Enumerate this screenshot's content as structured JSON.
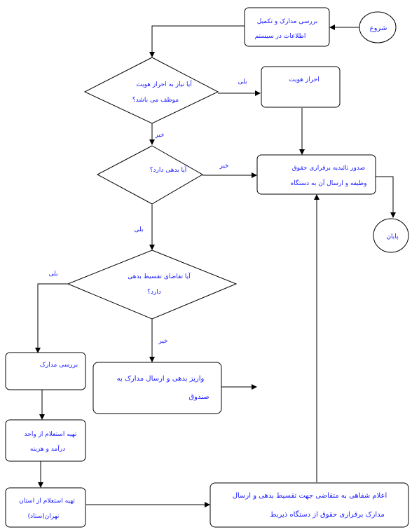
{
  "nodes": {
    "start": "شروع",
    "review_docs": [
      "بررسی مدارک و تکمیل",
      "اطلاعات در سیستم"
    ],
    "auth_question": [
      "آیا نیاز به احراز هویت",
      "موظف می باشد؟"
    ],
    "authenticate": "احراز هویت",
    "debt_question": "آیا بدهی دارد؟",
    "issue_confirmation": [
      "صدور تائیدیه برقراری حقوق",
      "وظیفه و ارسال آن به دستگاه"
    ],
    "end": "پایان",
    "installment_question": [
      "آیا تقاضای تقسیط بدهی",
      "دارد؟"
    ],
    "review_docs_2": "بررسی مدارک",
    "pay_debt": [
      "واریز بدهی و ارسال مدارک به",
      "صندوق"
    ],
    "inquiry_unit": [
      "تهیه استعلام از واحد",
      "درآمد و هزینه"
    ],
    "inquiry_province": [
      "تهیه استعلام از استان",
      "تهران(ستاد)"
    ],
    "notify_installment": [
      "اعلام شفاهی به متقاضی جهت تقسیط بدهی و ارسال",
      "مدارک برقراری حقوق از دستگاه ذیربط"
    ]
  },
  "edge_labels": {
    "auth_yes": "بلی",
    "auth_no": "خیر",
    "debt_no": "خیر",
    "debt_yes": "بلی",
    "installment_yes": "بلی",
    "installment_no": "خیر"
  }
}
